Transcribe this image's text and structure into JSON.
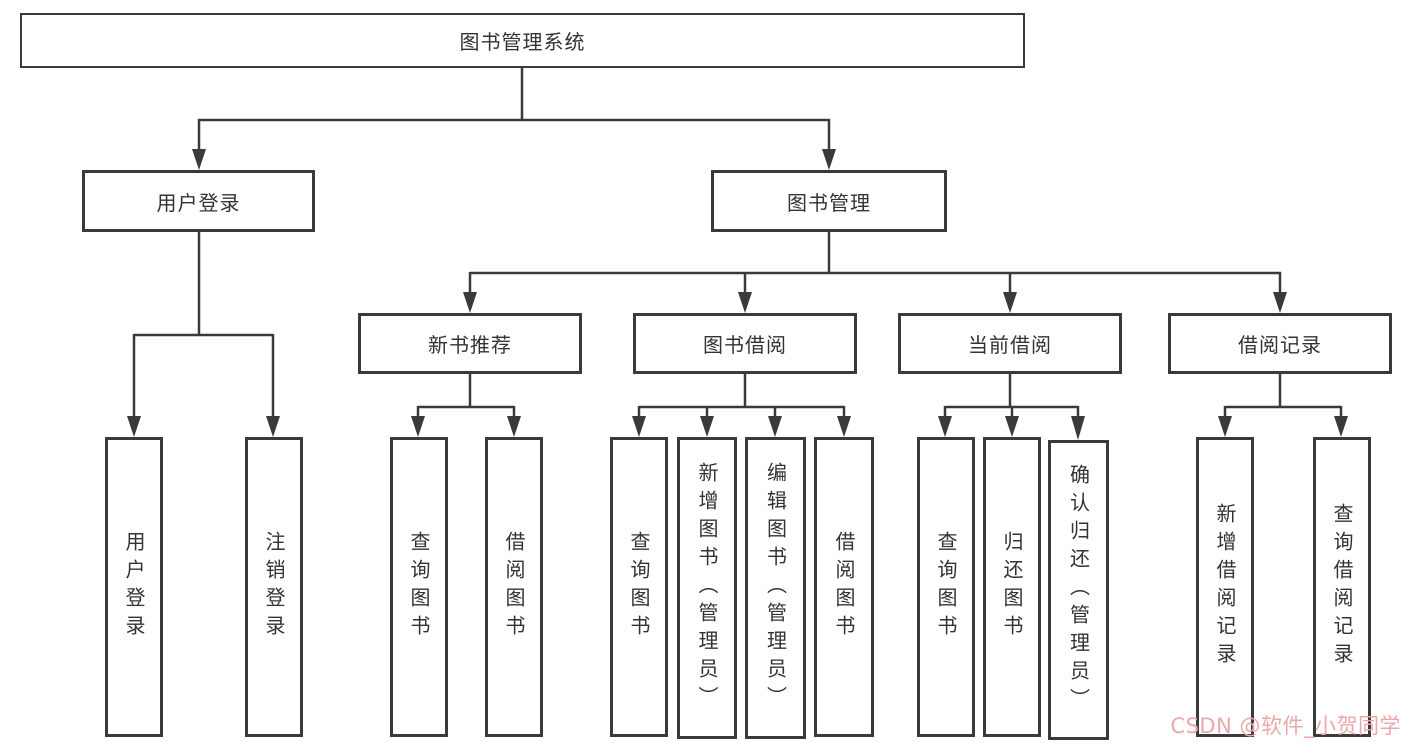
{
  "diagram": {
    "root": "图书管理系统",
    "level2": {
      "user_login": "用户登录",
      "book_mgmt": "图书管理"
    },
    "level3": {
      "new_books": "新书推荐",
      "book_borrow": "图书借阅",
      "current_borrow": "当前借阅",
      "borrow_records": "借阅记录"
    },
    "leaves": {
      "login": [
        "用户登录",
        "注销登录"
      ],
      "new_books": [
        "查询图书",
        "借阅图书"
      ],
      "book_borrow": [
        "查询图书",
        "新增图书（管理员）",
        "编辑图书（管理员）",
        "借阅图书"
      ],
      "current_borrow": [
        "查询图书",
        "归还图书",
        "确认归还（管理员）"
      ],
      "borrow_records": [
        "新增借阅记录",
        "查询借阅记录"
      ]
    }
  },
  "watermark": {
    "text": "CSDN @软件_小贺同学"
  },
  "colors": {
    "line": "#3a3a3a",
    "text": "#333333",
    "watermark": "#eba8a8",
    "background": "#ffffff"
  }
}
